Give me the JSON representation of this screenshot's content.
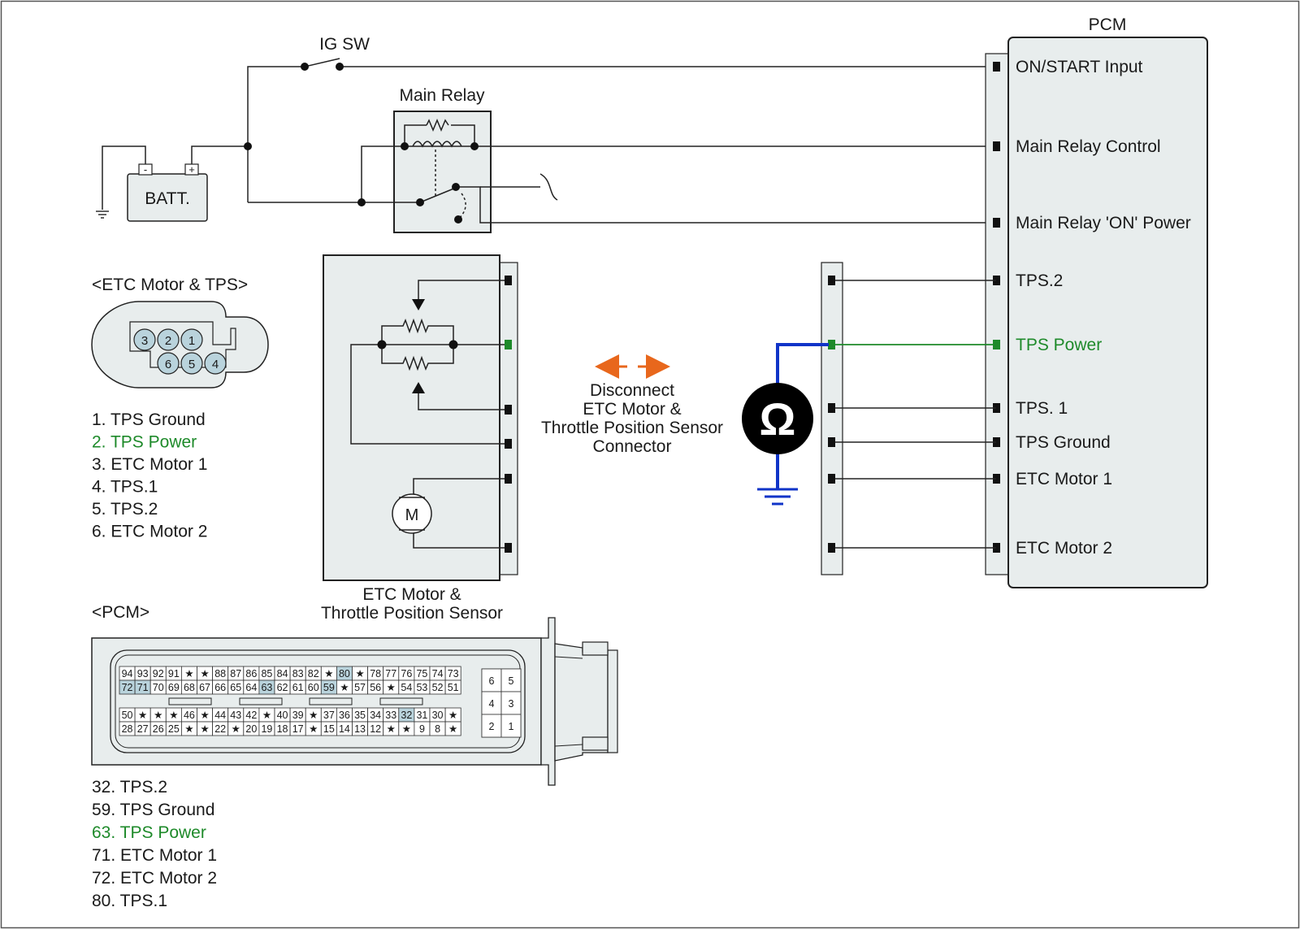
{
  "ig_sw": "IG SW",
  "main_relay": "Main Relay",
  "batt": "BATT.",
  "batt_minus": "-",
  "batt_plus": "+",
  "pcm_title": "PCM",
  "pcm_pins": [
    {
      "label": "ON/START Input",
      "green": false
    },
    {
      "label": "Main Relay Control",
      "green": false
    },
    {
      "label": "Main Relay 'ON' Power",
      "green": false
    },
    {
      "label": "TPS.2",
      "green": false
    },
    {
      "label": "TPS Power",
      "green": true
    },
    {
      "label": "TPS. 1",
      "green": false
    },
    {
      "label": "TPS Ground",
      "green": false
    },
    {
      "label": "ETC Motor 1",
      "green": false
    },
    {
      "label": "ETC Motor 2",
      "green": false
    }
  ],
  "etc_connector_title": "<ETC Motor & TPS>",
  "etc_connector_pins": [
    "3",
    "2",
    "1",
    "6",
    "5",
    "4"
  ],
  "etc_legend": [
    {
      "text": "1. TPS Ground",
      "green": false
    },
    {
      "text": "2. TPS Power",
      "green": true
    },
    {
      "text": "3. ETC Motor 1",
      "green": false
    },
    {
      "text": "4. TPS.1",
      "green": false
    },
    {
      "text": "5. TPS.2",
      "green": false
    },
    {
      "text": "6. ETC Motor 2",
      "green": false
    }
  ],
  "etc_sensor_caption": [
    "ETC Motor &",
    "Throttle Position Sensor"
  ],
  "motor_symbol": "M",
  "ohm_symbol": "Ω",
  "disconnect_note": [
    "Disconnect",
    "ETC Motor &",
    "Throttle Position Sensor",
    "Connector"
  ],
  "pcm_connector_title": "<PCM>",
  "pcm_connector": {
    "row1": [
      "94",
      "93",
      "92",
      "91",
      "★",
      "★",
      "88",
      "87",
      "86",
      "85",
      "84",
      "83",
      "82",
      "★",
      "80",
      "★",
      "78",
      "77",
      "76",
      "75",
      "74",
      "73"
    ],
    "row2": [
      "72",
      "71",
      "70",
      "69",
      "68",
      "67",
      "66",
      "65",
      "64",
      "63",
      "62",
      "61",
      "60",
      "59",
      "★",
      "57",
      "56",
      "★",
      "54",
      "53",
      "52",
      "51"
    ],
    "row3": [
      "50",
      "★",
      "★",
      "★",
      "46",
      "★",
      "44",
      "43",
      "42",
      "★",
      "40",
      "39",
      "★",
      "37",
      "36",
      "35",
      "34",
      "33",
      "32",
      "31",
      "30",
      "★"
    ],
    "row4": [
      "28",
      "27",
      "26",
      "25",
      "★",
      "★",
      "22",
      "★",
      "20",
      "19",
      "18",
      "17",
      "★",
      "15",
      "14",
      "13",
      "12",
      "★",
      "★",
      "9",
      "8",
      "★"
    ],
    "highlighted": [
      "80",
      "72",
      "71",
      "63",
      "59",
      "32"
    ],
    "small_block": [
      "6",
      "5",
      "4",
      "3",
      "2",
      "1"
    ]
  },
  "pcm_legend": [
    {
      "text": "32. TPS.2",
      "green": false
    },
    {
      "text": "59. TPS Ground",
      "green": false
    },
    {
      "text": "63. TPS Power",
      "green": true
    },
    {
      "text": "71. ETC Motor 1",
      "green": false
    },
    {
      "text": "72. ETC Motor 2",
      "green": false
    },
    {
      "text": "80. TPS.1",
      "green": false
    }
  ],
  "colors": {
    "panel_fill": "#e8eded",
    "highlight_cell": "#b9d3dc",
    "green": "#1e8a2a",
    "blue_wire": "#1034c8",
    "arrow_orange": "#e8671c"
  }
}
